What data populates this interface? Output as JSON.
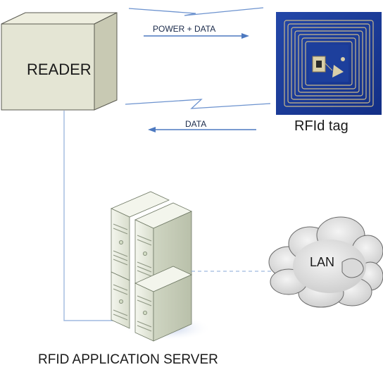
{
  "reader": {
    "label": "READER"
  },
  "tag": {
    "label": "RFId tag"
  },
  "links": {
    "forward_label": "POWER + DATA",
    "return_label": "DATA"
  },
  "network": {
    "label": "LAN"
  },
  "server": {
    "label": "RFID APPLICATION SERVER"
  },
  "colors": {
    "reader_box": "#e4e5d4",
    "wire": "#9fb9df",
    "arrow": "#4d79c0",
    "tag_background": "#1b3c9a",
    "tag_coil": "#c9b88a",
    "server_body": "#e8ede0",
    "cloud": "#e4e4e4"
  }
}
